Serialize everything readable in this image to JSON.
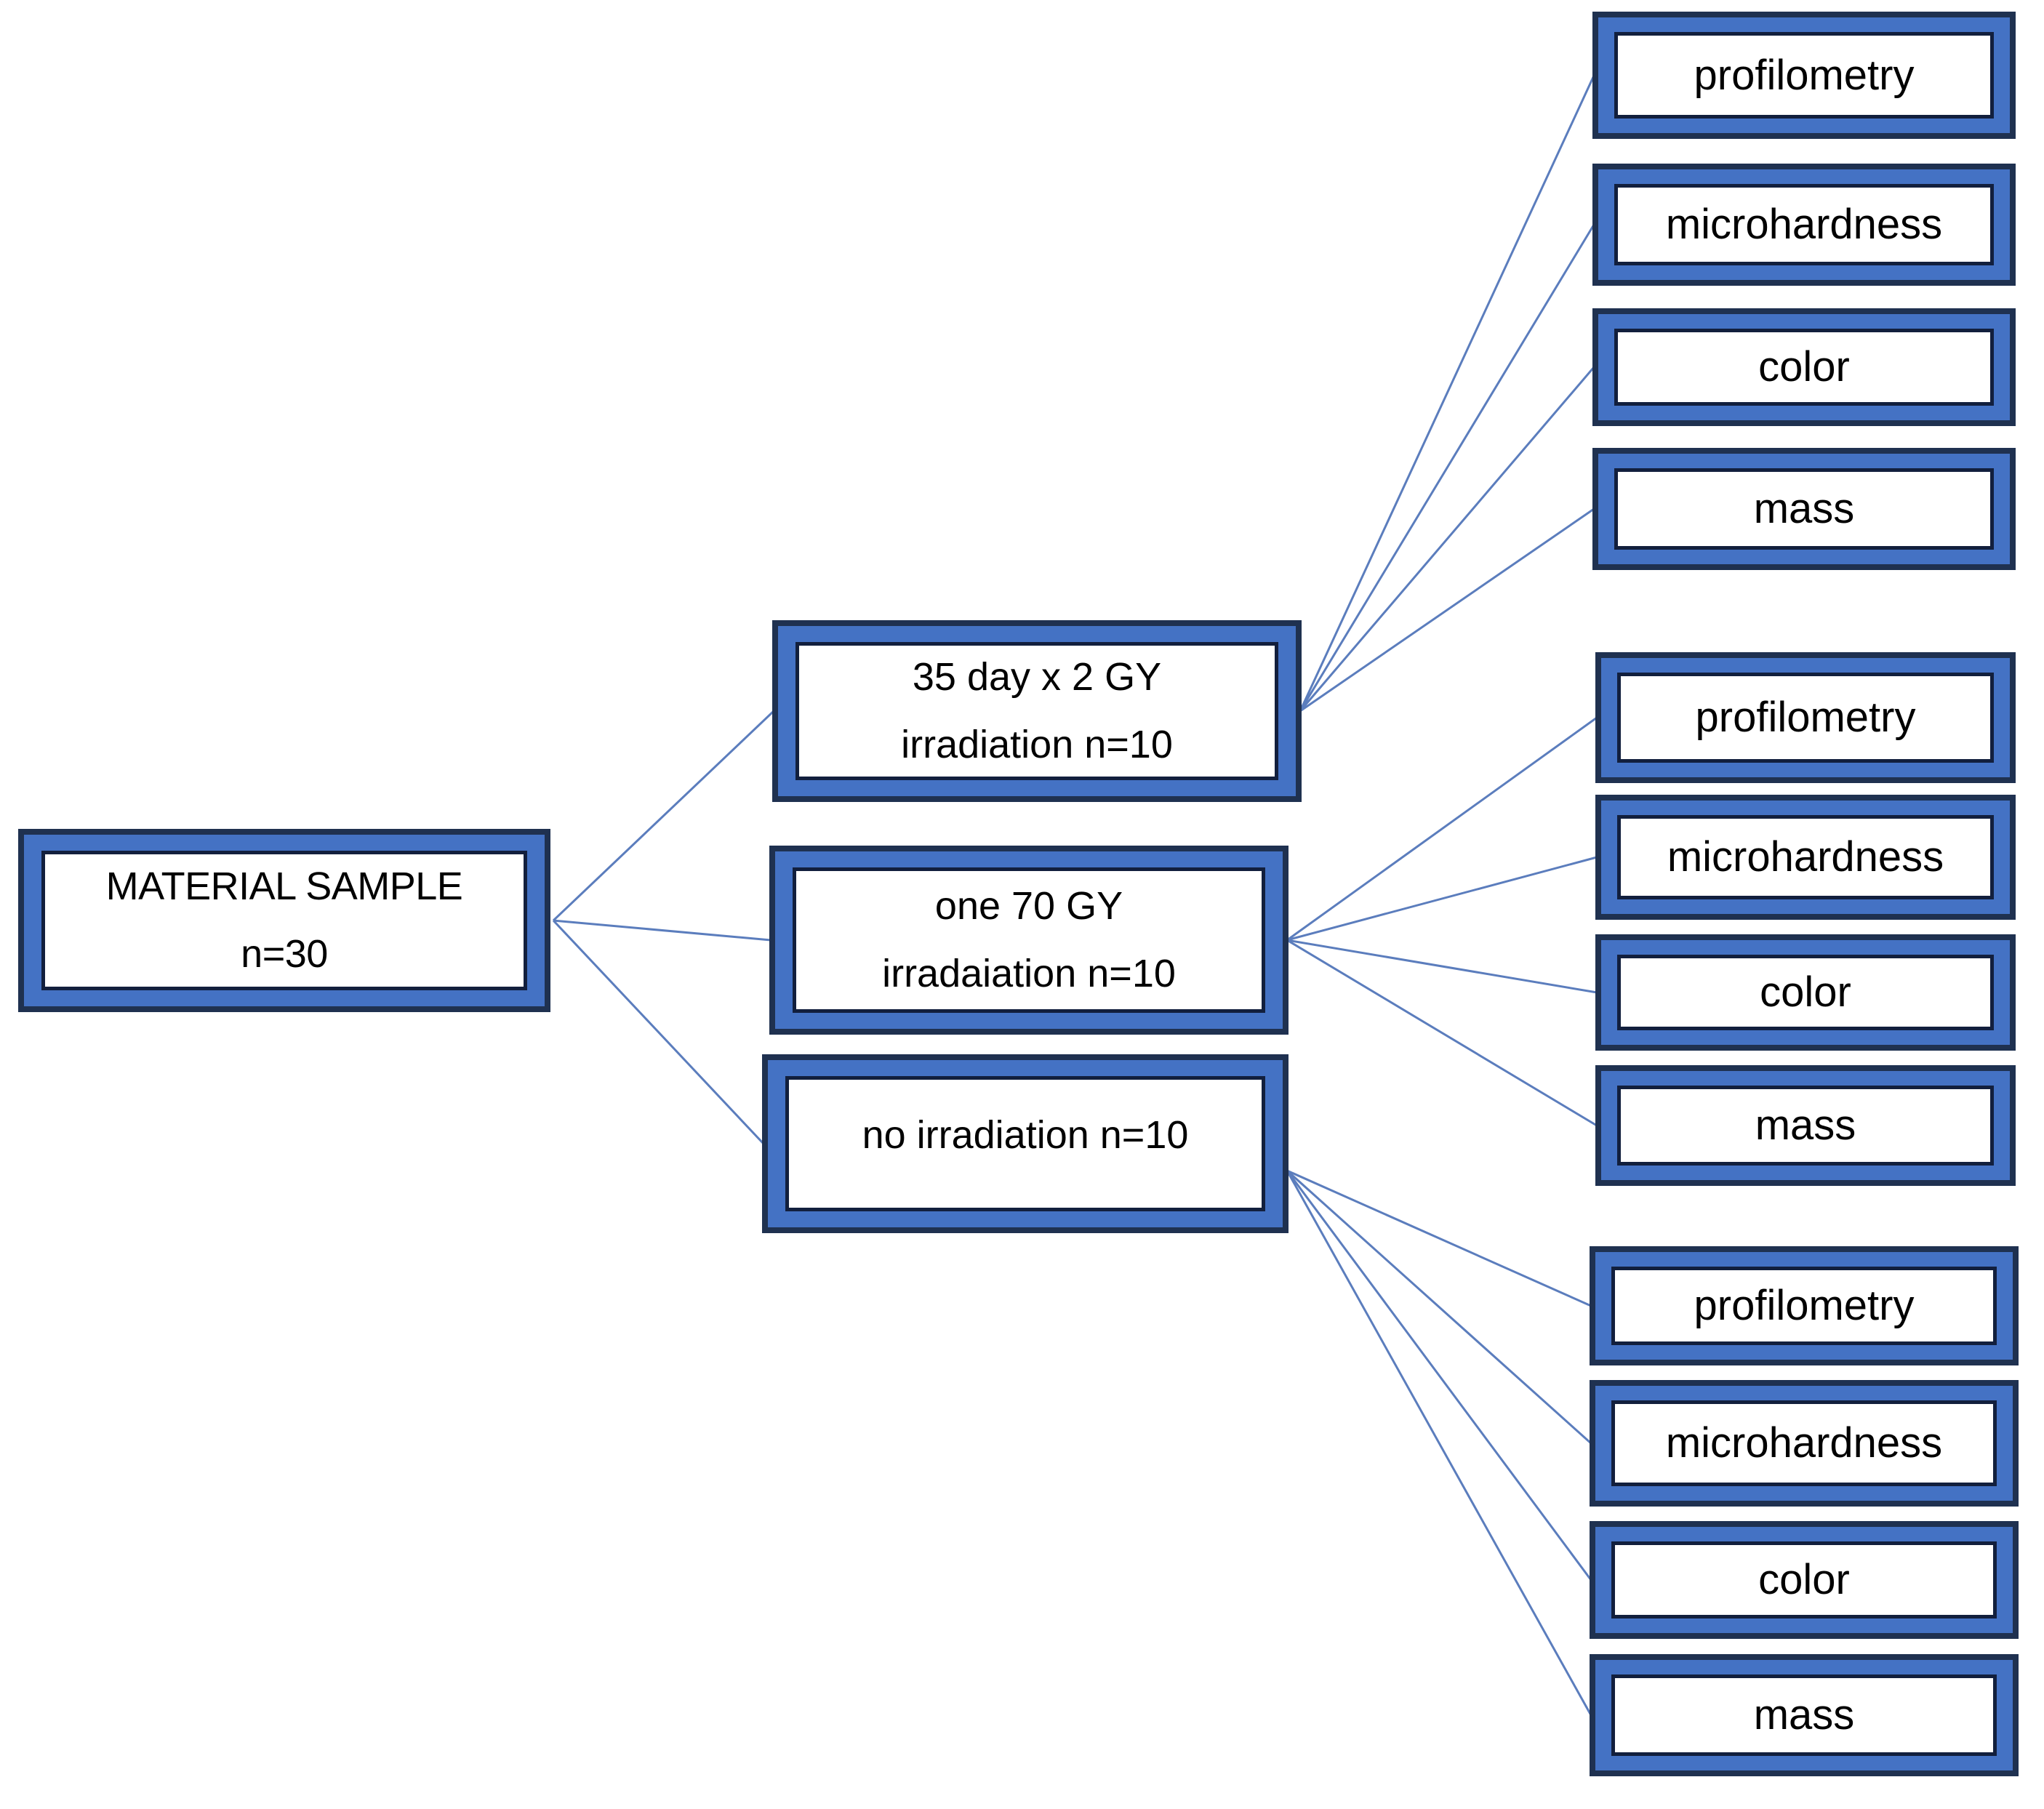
{
  "root": {
    "line1": "MATERIAL SAMPLE",
    "line2": "n=30"
  },
  "branches": [
    {
      "line1": "35 day x 2 GY",
      "line2": "irradiation n=10",
      "measurements": [
        "profilometry",
        "microhardness",
        "color",
        "mass"
      ]
    },
    {
      "line1": "one 70 GY",
      "line2": "irradaiation n=10",
      "measurements": [
        "profilometry",
        "microhardness",
        "color",
        "mass"
      ]
    },
    {
      "line1": "no irradiation n=10",
      "line2": "",
      "measurements": [
        "profilometry",
        "microhardness",
        "color",
        "mass"
      ]
    }
  ],
  "colors": {
    "band_blue": "#4472c4",
    "border_navy": "#1f3150",
    "inner_border": "#121f3d",
    "connector": "#5b7dbd",
    "background": "#ffffff",
    "text": "#000000"
  }
}
